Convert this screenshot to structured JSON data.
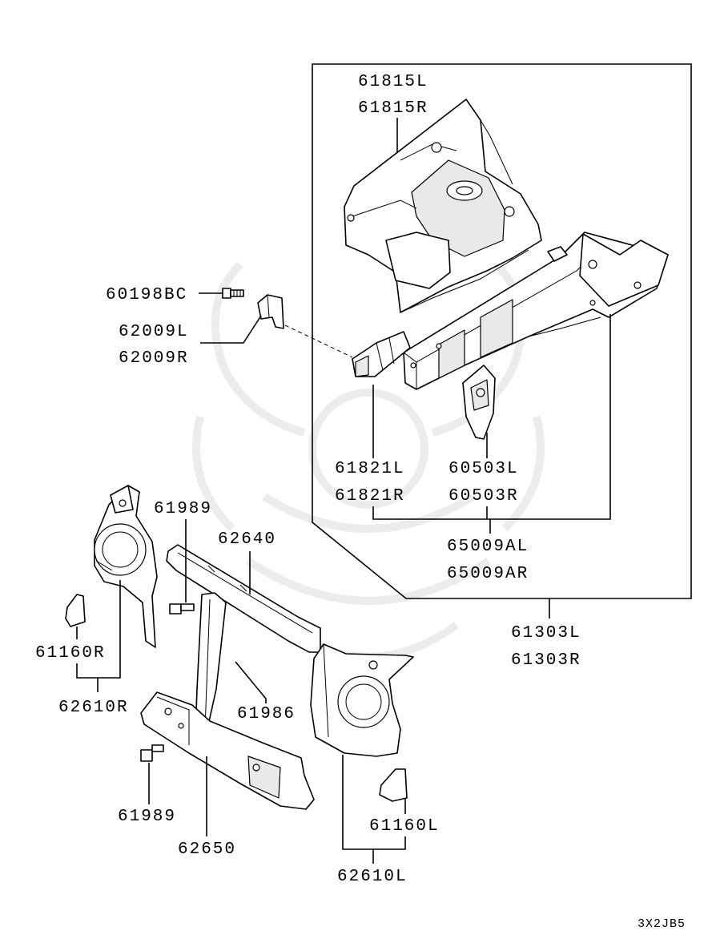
{
  "diagram": {
    "labels": {
      "p61815L": "61815L",
      "p61815R": "61815R",
      "p60198BC": "60198BC",
      "p62009L": "62009L",
      "p62009R": "62009R",
      "p61821L": "61821L",
      "p61821R": "61821R",
      "p60503L": "60503L",
      "p60503R": "60503R",
      "p65009AL": "65009AL",
      "p65009AR": "65009AR",
      "p61303L": "61303L",
      "p61303R": "61303R",
      "p61989a": "61989",
      "p62640": "62640",
      "p61160R": "61160R",
      "p62610R": "62610R",
      "p61986": "61986",
      "p61989b": "61989",
      "p62650": "62650",
      "p61160L": "61160L",
      "p62610L": "62610L"
    },
    "diagram_code": "3X2JB5"
  }
}
